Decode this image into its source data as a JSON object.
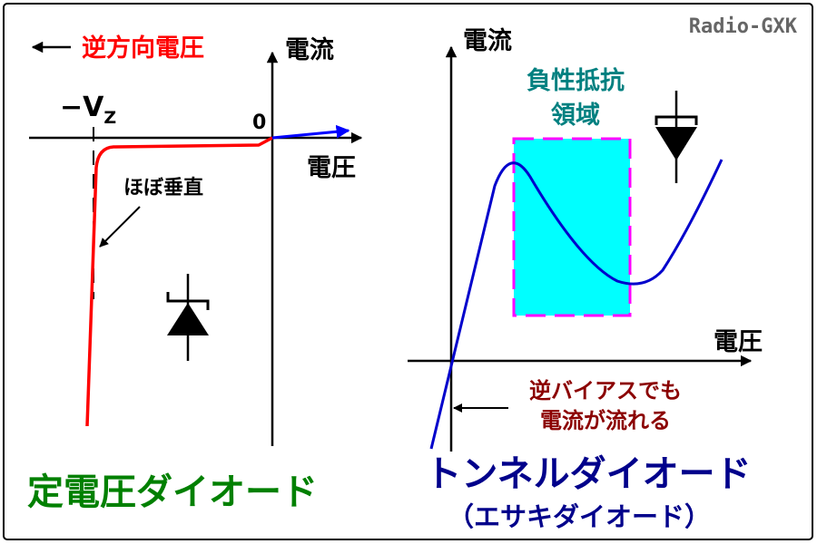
{
  "watermark": "Radio-GXK",
  "colors": {
    "axis": "#000000",
    "zener_curve": "#ff0000",
    "forward_curve": "#0000ff",
    "tunnel_curve": "#0000cc",
    "region_fill": "#00ffff",
    "region_border": "#ff00ff",
    "title_green": "#008000",
    "title_blue": "#00008b",
    "region_label": "#008080",
    "note": "#8b0000",
    "watermark": "#666666"
  },
  "zener_panel": {
    "reverse_voltage_label": "逆方向電圧",
    "current_label": "電流",
    "voltage_label": "電圧",
    "origin_label": "0",
    "vz_main": "−V",
    "vz_sub": "Z",
    "near_vertical_label": "ほぼ垂直",
    "title": "定電圧ダイオード",
    "symbol_icon": "zener-diode-symbol-icon"
  },
  "tunnel_panel": {
    "current_label": "電流",
    "voltage_label": "電圧",
    "region_label_line1": "負性抵抗",
    "region_label_line2": "領域",
    "reverse_note_line1": "逆バイアスでも",
    "reverse_note_line2": "電流が流れる",
    "title": "トンネルダイオード",
    "subtitle": "（エサキダイオード）",
    "symbol_icon": "tunnel-diode-symbol-icon"
  }
}
